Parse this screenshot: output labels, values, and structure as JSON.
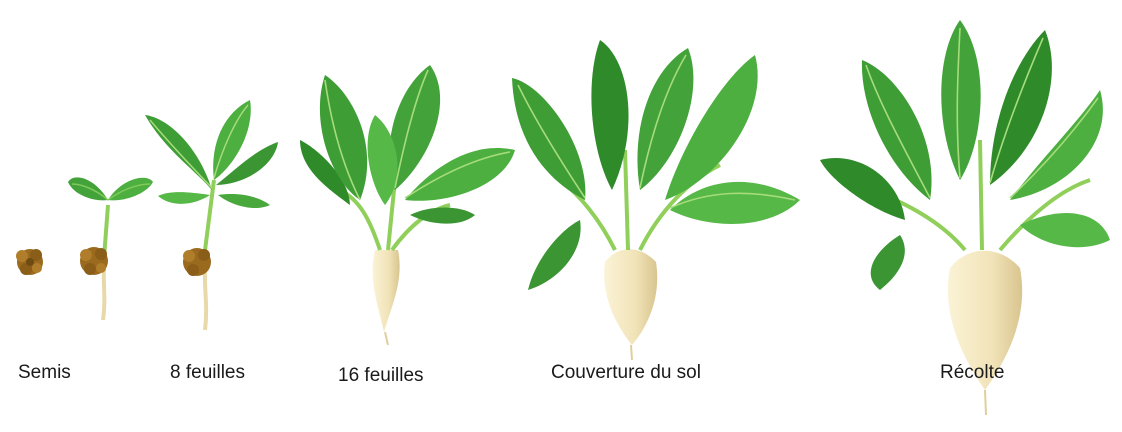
{
  "stages": [
    {
      "id": "semis",
      "label": "Semis"
    },
    {
      "id": "8-feuilles",
      "label": "8 feuilles"
    },
    {
      "id": "16-feuilles",
      "label": "16 feuilles"
    },
    {
      "id": "couverture",
      "label": "Couverture du sol"
    },
    {
      "id": "recolte",
      "label": "Récolte"
    }
  ],
  "colors": {
    "leaf": "#43a33a",
    "leaf_dark": "#2f7f2a",
    "leaf_light": "#7fc95b",
    "vein": "#b5e08a",
    "stem": "#8fcf5a",
    "seed": "#9a6b1e",
    "seed_dark": "#6f4a12",
    "root": "#f2e6bf",
    "root_shade": "#d9c590",
    "text": "#1a1a1a"
  }
}
